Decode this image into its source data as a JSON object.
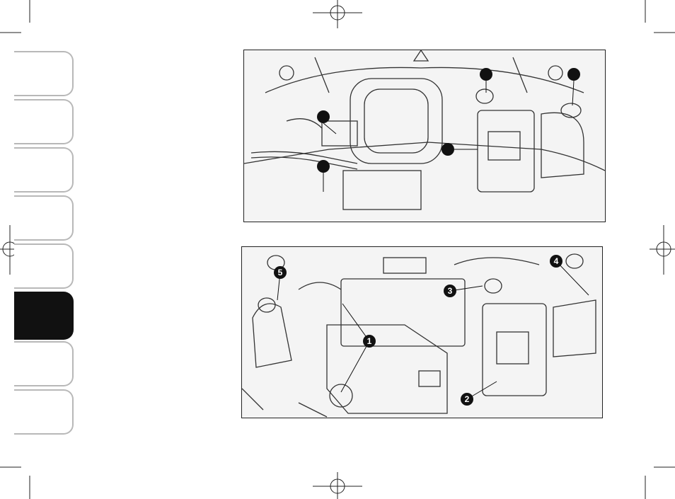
{
  "side_tabs": [
    {
      "active": false
    },
    {
      "active": false
    },
    {
      "active": false
    },
    {
      "active": false
    },
    {
      "active": false
    },
    {
      "active": true
    },
    {
      "active": false
    },
    {
      "active": false
    }
  ],
  "figure_bottom": {
    "callouts": [
      "1",
      "2",
      "3",
      "4",
      "5"
    ]
  }
}
